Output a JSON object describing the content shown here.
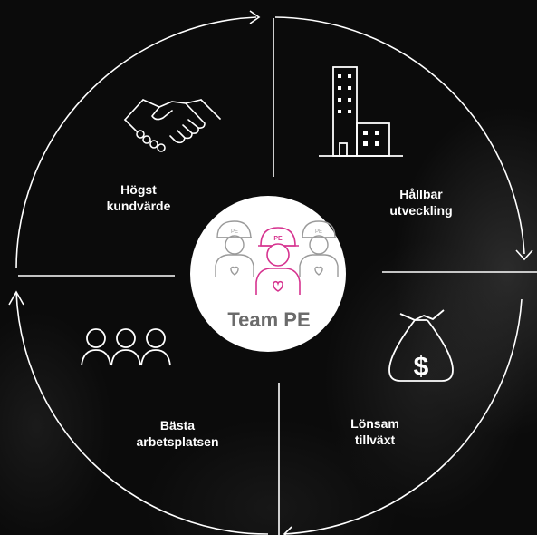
{
  "center": {
    "title": "Team PE",
    "cap_text": "PE"
  },
  "quadrants": [
    {
      "id": "customer",
      "line1": "Högst",
      "line2": "kundvärde",
      "icon": "handshake-icon"
    },
    {
      "id": "sustainable",
      "line1": "Hållbar",
      "line2": "utveckling",
      "icon": "buildings-icon"
    },
    {
      "id": "profit",
      "line1": "Lönsam",
      "line2": "tillväxt",
      "icon": "money-bag-icon"
    },
    {
      "id": "workplace",
      "line1": "Bästa",
      "line2": "arbetsplatsen",
      "icon": "people-group-icon"
    }
  ],
  "colors": {
    "accent": "#d6338f",
    "line": "#ffffff",
    "center_bg": "#ffffff",
    "center_text": "#6b6b6b",
    "team_gray": "#9a9a9a"
  }
}
